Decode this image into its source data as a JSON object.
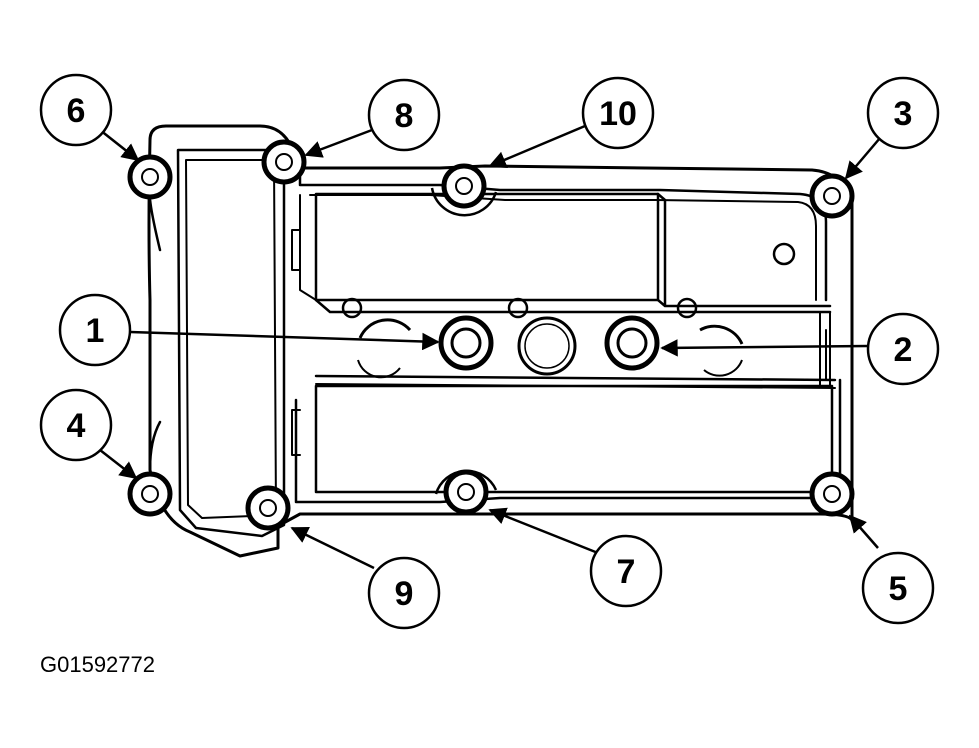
{
  "figure_id": "G01592772",
  "line_color": "#000000",
  "background_color": "#ffffff",
  "callouts": [
    {
      "label": "1"
    },
    {
      "label": "2"
    },
    {
      "label": "3"
    },
    {
      "label": "4"
    },
    {
      "label": "5"
    },
    {
      "label": "6"
    },
    {
      "label": "7"
    },
    {
      "label": "8"
    },
    {
      "label": "9"
    },
    {
      "label": "10"
    }
  ]
}
